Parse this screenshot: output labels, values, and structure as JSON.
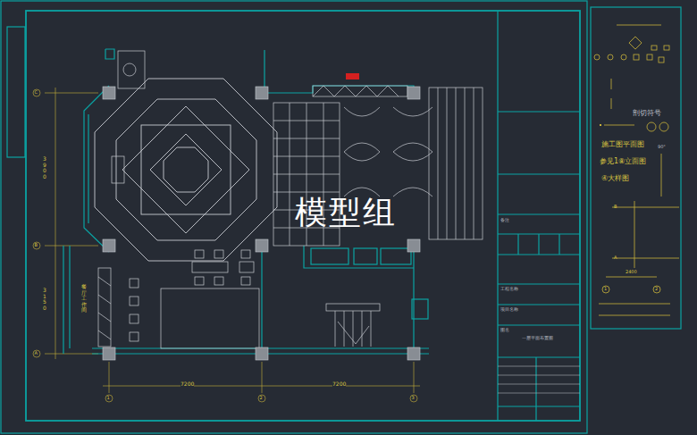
{
  "diagram": {
    "labels": [
      "模型组",
      "7200",
      "7200",
      "3900",
      "3150",
      "1",
      "2",
      "3",
      "C",
      "B",
      "A",
      "餐厅工作间",
      "一层平面布置图",
      "工程名称",
      "项目名称",
      "图名",
      "施工图平面图",
      "参见1⑧立面图",
      "④大样图",
      "剖切符号",
      "2400",
      "90°",
      "1",
      "2",
      "A",
      "B",
      "备注"
    ]
  }
}
